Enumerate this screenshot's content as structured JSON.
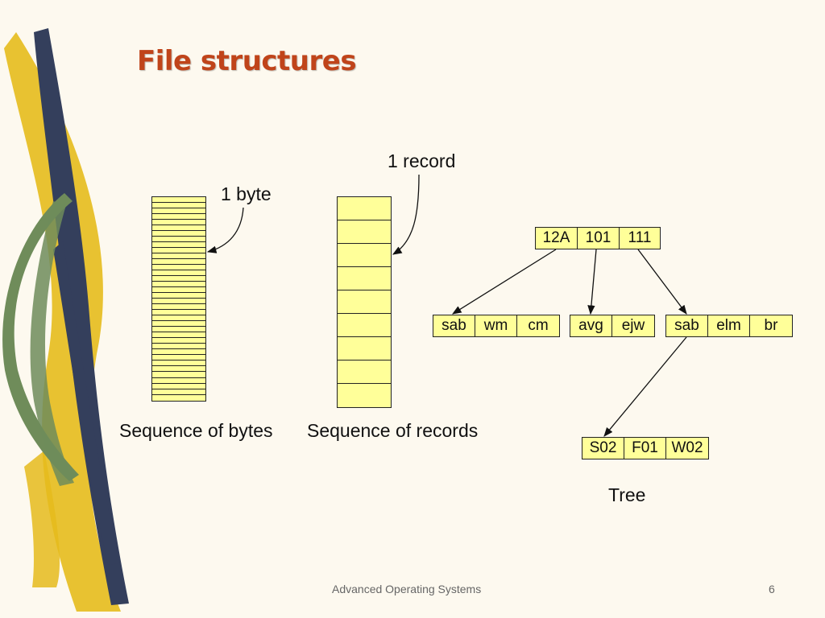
{
  "slide": {
    "title": "File structures",
    "footer": "Advanced Operating Systems",
    "page_number": "6"
  },
  "bytes": {
    "label": "Sequence of bytes",
    "pointer_label": "1 byte",
    "cell_count": 36
  },
  "records": {
    "label": "Sequence of records",
    "pointer_label": "1 record",
    "cell_count": 9
  },
  "tree": {
    "label": "Tree",
    "root": [
      "12A",
      "101",
      "111"
    ],
    "children": [
      [
        "sab",
        "wm",
        "cm"
      ],
      [
        "avg",
        "ejw"
      ],
      [
        "sab",
        "elm",
        "br"
      ]
    ],
    "grandchild": [
      "S02",
      "F01",
      "W02"
    ]
  },
  "colors": {
    "title": "#c0441a",
    "box_fill": "#ffff99",
    "background": "#fdf9ef"
  }
}
